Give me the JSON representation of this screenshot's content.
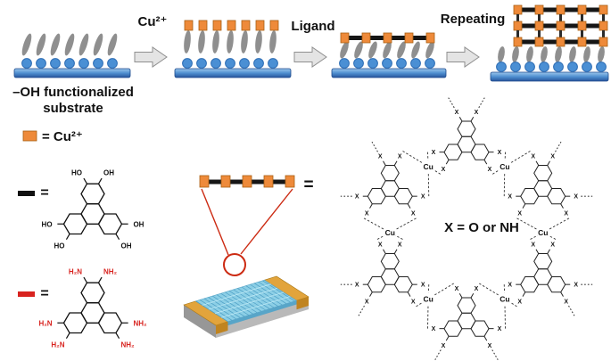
{
  "figure": {
    "steps": {
      "arrow1_label": "Cu²⁺",
      "arrow2_label": "Ligand",
      "arrow3_label": "Repeating"
    },
    "substrate_caption": [
      "–OH functionalized",
      "substrate"
    ],
    "legend": {
      "cu": "= Cu²⁺",
      "equals": "=",
      "black_ligand_labels": {
        "0": "OH",
        "60": "OH",
        "120": "HO",
        "180": "HO",
        "240": "HO",
        "300": "OH"
      },
      "red_ligand_labels": {
        "0": "NH₂",
        "60": "NH₂",
        "120": "H₂N",
        "180": "H₂N",
        "240": "H₂N",
        "300": "NH₂"
      }
    },
    "network": {
      "center_label": "X = O or NH",
      "cu_label": "Cu",
      "x_label": "X"
    },
    "colors": {
      "orange": "#ee8a3a",
      "orange_dark": "#a85f12",
      "black": "#161616",
      "red": "#d8231f",
      "gray_brush": "#8f8f8f",
      "blue_sphere": "#4a8fd4",
      "blue_sphere_dark": "#2c6cb4",
      "substrate_top": "#9cc6ec",
      "substrate_mid": "#4f8fd0",
      "substrate_bottom": "#27549b",
      "arrow_fill": "#e4e4e4",
      "arrow_stroke": "#8f8f8f",
      "chip_blue": "#8ccfe6",
      "chip_grid": "#4d9ec4",
      "chip_grid_light": "#c4ecf7",
      "gold": "#e2a43c",
      "gold_dark": "#c08420",
      "base_gray": "#b9b9b9",
      "base_gray_dark": "#979797",
      "red_callout": "#cc2a12"
    }
  }
}
